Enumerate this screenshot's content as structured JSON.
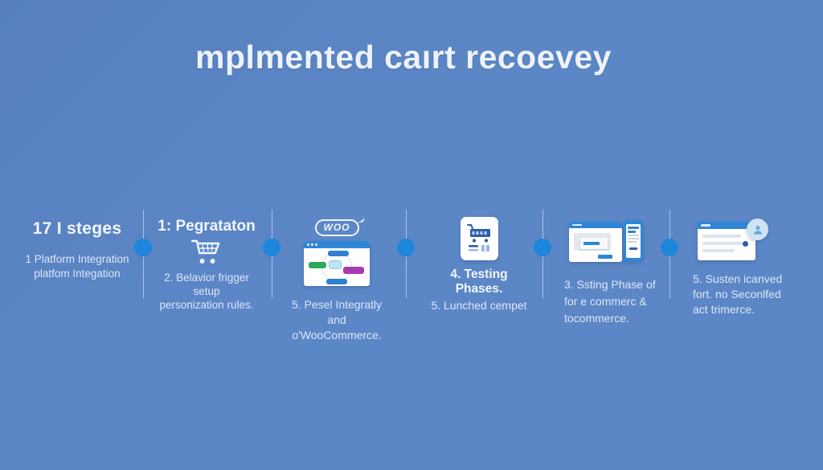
{
  "title": "mplmented caırt recoevey",
  "colors": {
    "background": "#5b86c5",
    "accent_dot": "#1e86db",
    "window_header_blue": "#2e86d6",
    "glyph_dark_blue": "#2d5fa6",
    "flow_node_blue": "#2f80d0",
    "flow_node_green": "#2faa5a",
    "flow_node_purple": "#a63bb0"
  },
  "stages": [
    {
      "heading": "17 I steges",
      "lines": [
        "1 Platform Integration",
        "platfom Integation"
      ]
    },
    {
      "heading": "1: Pegrataton",
      "icon": "shopping-cart-icon",
      "lines": [
        "2. Belavior frigger setup",
        "personization rules."
      ]
    },
    {
      "badge": "WOO",
      "icon": "flowchart-browser-icon",
      "lines": [
        "5. Pesel Integratly and",
        "o'WooCommerce."
      ]
    },
    {
      "icon": "cart-receipt-icon",
      "heading": "4. Testing Phases.",
      "lines": [
        "5. Lunched cempet"
      ]
    },
    {
      "icon": "desktop-mobile-icon",
      "lines": [
        "3. Ssting Phase of",
        "for e commerc &",
        "tocommerce."
      ]
    },
    {
      "icon": "browser-notification-icon",
      "lines": [
        "5. Susten icanved",
        "fort. no Seconlfed",
        "act trimerce."
      ]
    }
  ]
}
